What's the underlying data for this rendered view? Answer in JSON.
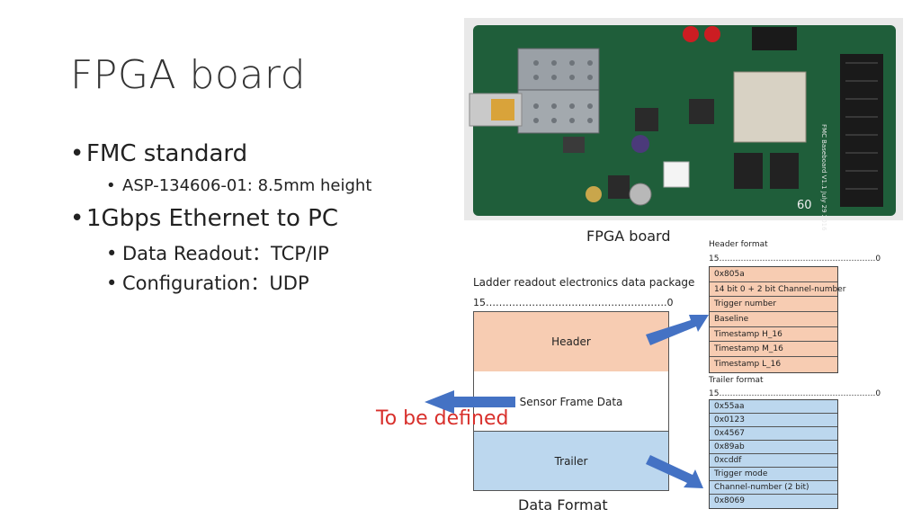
{
  "slide": {
    "title": "FPGA board",
    "bullets": [
      {
        "text": "FMC standard",
        "sub": [
          "ASP-134606-01: 8.5mm height"
        ]
      },
      {
        "text": "1Gbps Ethernet to PC",
        "sub": [
          "Data Readout：TCP/IP",
          "Configuration：UDP"
        ]
      }
    ],
    "photo_caption": "FPGA board",
    "board_label": "60",
    "board_silk": "FMC Baseboard V1.1  July 29 2016"
  },
  "diagram": {
    "package_title": "Ladder readout electronics data package",
    "bit_range": "15……………………………………………….0",
    "sections": {
      "header": "Header",
      "sensor": "Sensor Frame Data",
      "trailer": "Trailer"
    },
    "note": "To be defined",
    "caption": "Data Format",
    "header_format": {
      "title": "Header format",
      "range": "15………………………………………………….0",
      "rows": [
        "0x805a",
        "14 bit 0 + 2 bit Channel-number",
        "Trigger number",
        "Baseline",
        "Timestamp H_16",
        "Timestamp M_16",
        "Timestamp L_16"
      ],
      "color": "#f7ccb2"
    },
    "trailer_format": {
      "title": "Trailer format",
      "range": "15………………………………………………….0",
      "rows": [
        "0x55aa",
        "0x0123",
        "0x4567",
        "0x89ab",
        "0xcddf",
        "Trigger mode",
        "Channel-number (2 bit)",
        "0x8069"
      ],
      "color": "#bcd7ee"
    },
    "colors": {
      "header": "#f7ccb2",
      "trailer": "#bcd7ee",
      "arrow": "#4472c4",
      "note": "#d8302c"
    }
  }
}
